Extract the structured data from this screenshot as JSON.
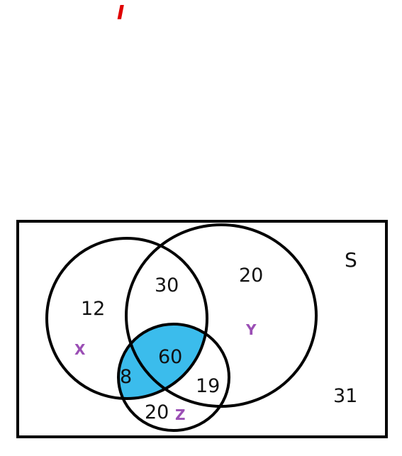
{
  "top_mark": {
    "text": "I",
    "color": "#e00000"
  },
  "universe": {
    "label": "S",
    "outside_count": "31"
  },
  "sets": {
    "x": {
      "label": "X",
      "only_count": "12"
    },
    "y": {
      "label": "Y",
      "only_count": "20"
    },
    "z": {
      "label": "Z",
      "only_count": "20"
    }
  },
  "regions": {
    "x_and_y_only": "30",
    "x_and_z_only": "8",
    "y_and_z_only": "19",
    "x_y_z": "60"
  },
  "colors": {
    "shaded_region": "#3bbcec",
    "set_label": "#9b4fb5",
    "outline": "#000000",
    "text": "#111111"
  }
}
